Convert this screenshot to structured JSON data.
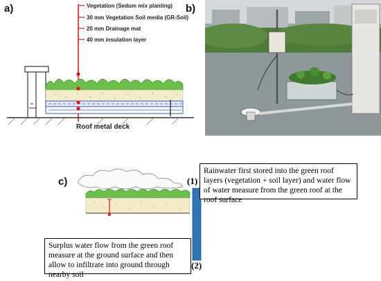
{
  "panel_a": {
    "label": "a)",
    "layers": [
      "Vegetation (Sedum mix planting)",
      "30 mm Vegetation Soil media (GR-Soil)",
      "20 mm Drainage mat",
      "40 mm insulation layer"
    ],
    "deck_label": "Roof metal deck"
  },
  "panel_b": {
    "label": "b)"
  },
  "panel_c": {
    "label": "c)",
    "marker_1": "(1)",
    "marker_2": "(2)",
    "note_top": "Rainwater first stored into the green roof layers (vegetation + soil layer) and water flow of water measure from the green roof at the roof surface",
    "note_bottom": "Surplus water flow from the green roof measure at the ground surface and then allow to infiltrate into ground through nearby soil"
  },
  "colors": {
    "leader_line": "#e8101a",
    "vegetation": "#6cc04a",
    "pipe": "#2e74b8",
    "drainage_line": "#3a56c8"
  }
}
